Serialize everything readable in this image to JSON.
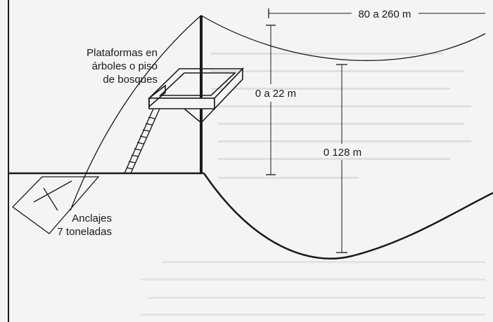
{
  "labels": {
    "span": "80 a 260 m",
    "platforms_line1": "Plataformas en",
    "platforms_line2": "árboles o piso",
    "platforms_line3": "de bosques",
    "height_top": "0 a 22 m",
    "sag": "0 128 m",
    "anchors_line1": "Anclajes",
    "anchors_line2": "7 toneladas"
  },
  "colors": {
    "ink": "#1a1a1a",
    "paper": "#f4f4f2",
    "bleed_text": "#b9b9b7"
  }
}
